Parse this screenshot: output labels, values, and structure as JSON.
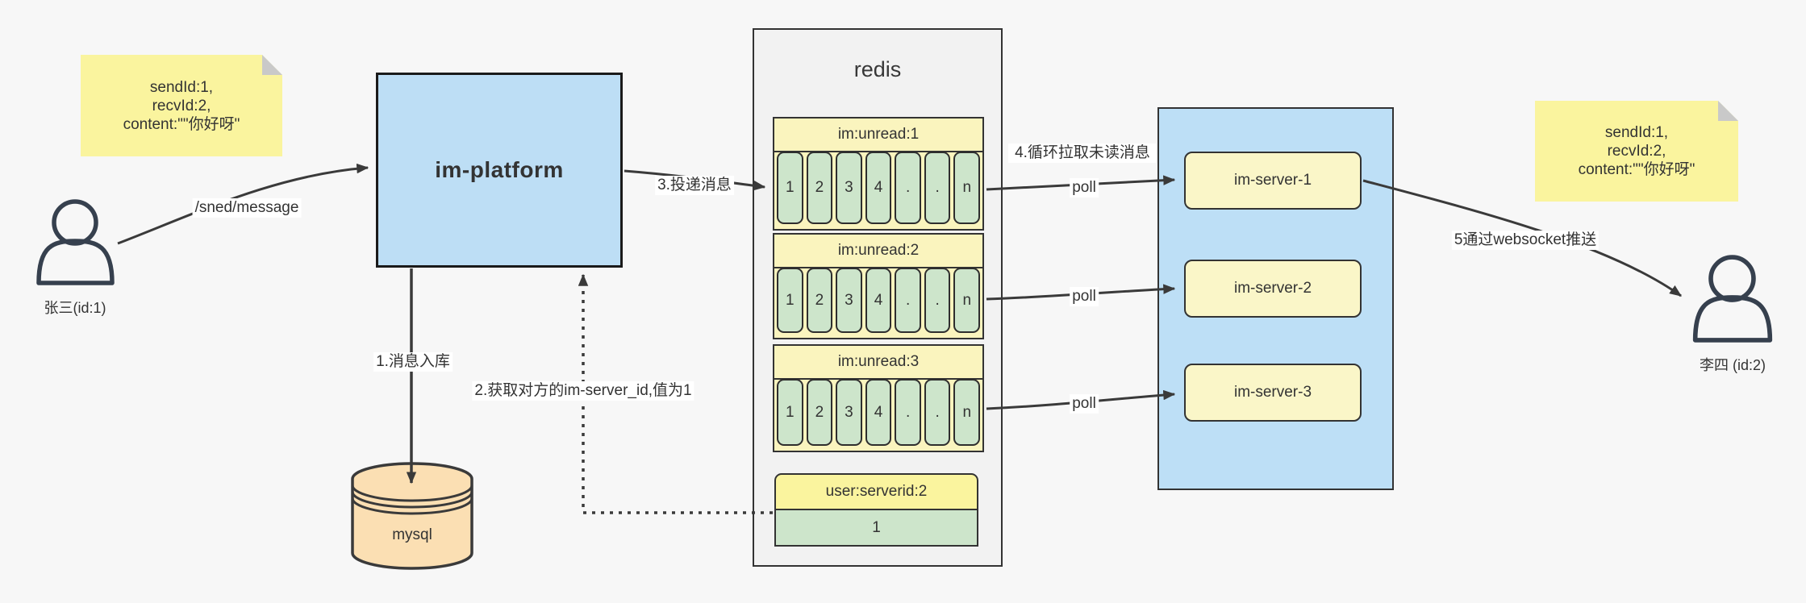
{
  "notes": {
    "left": {
      "line1": "sendId:1,",
      "line2": "recvId:2,",
      "line3": "content:\"\"你好呀\""
    },
    "right": {
      "line1": "sendId:1,",
      "line2": "recvId:2,",
      "line3": "content:\"\"你好呀\""
    }
  },
  "actors": {
    "sender": {
      "label": "张三(id:1)"
    },
    "receiver": {
      "label": "李四 (id:2)"
    }
  },
  "platform": {
    "label": "im-platform"
  },
  "database": {
    "label": "mysql"
  },
  "redis": {
    "title": "redis",
    "queues": [
      {
        "title": "im:unread:1",
        "cells": [
          "1",
          "2",
          "3",
          "4",
          ".",
          ".",
          "n"
        ]
      },
      {
        "title": "im:unread:2",
        "cells": [
          "1",
          "2",
          "3",
          "4",
          ".",
          ".",
          "n"
        ]
      },
      {
        "title": "im:unread:3",
        "cells": [
          "1",
          "2",
          "3",
          "4",
          ".",
          ".",
          "n"
        ]
      }
    ],
    "kv": {
      "key": "user:serverid:2",
      "value": "1"
    }
  },
  "servers": {
    "items": [
      {
        "label": "im-server-1"
      },
      {
        "label": "im-server-2"
      },
      {
        "label": "im-server-3"
      }
    ]
  },
  "edges": {
    "send": {
      "label": "/sned/message"
    },
    "step1": {
      "label": "1.消息入库"
    },
    "step2": {
      "label": "2.获取对方的im-server_id,值为1"
    },
    "step3": {
      "label": "3.投递消息"
    },
    "step4": {
      "label": "4.循环拉取未读消息"
    },
    "step5": {
      "label": "5通过websocket推送"
    },
    "poll": {
      "label": "poll"
    }
  },
  "colors": {
    "background": "#f7f7f7",
    "note_yellow": "#faf49e",
    "note_fold_gray": "#c9c9c9",
    "platform_blue": "#bddef5",
    "servers_blue": "#bddff6",
    "queue_yellow": "#faf4be",
    "server_yellow": "#faf6c8",
    "cell_green": "#cde5cb",
    "mysql_orange": "#fbdfb3",
    "redis_gray": "#f2f2f2",
    "line_dark": "#3a3a3a",
    "text": "#333333"
  }
}
